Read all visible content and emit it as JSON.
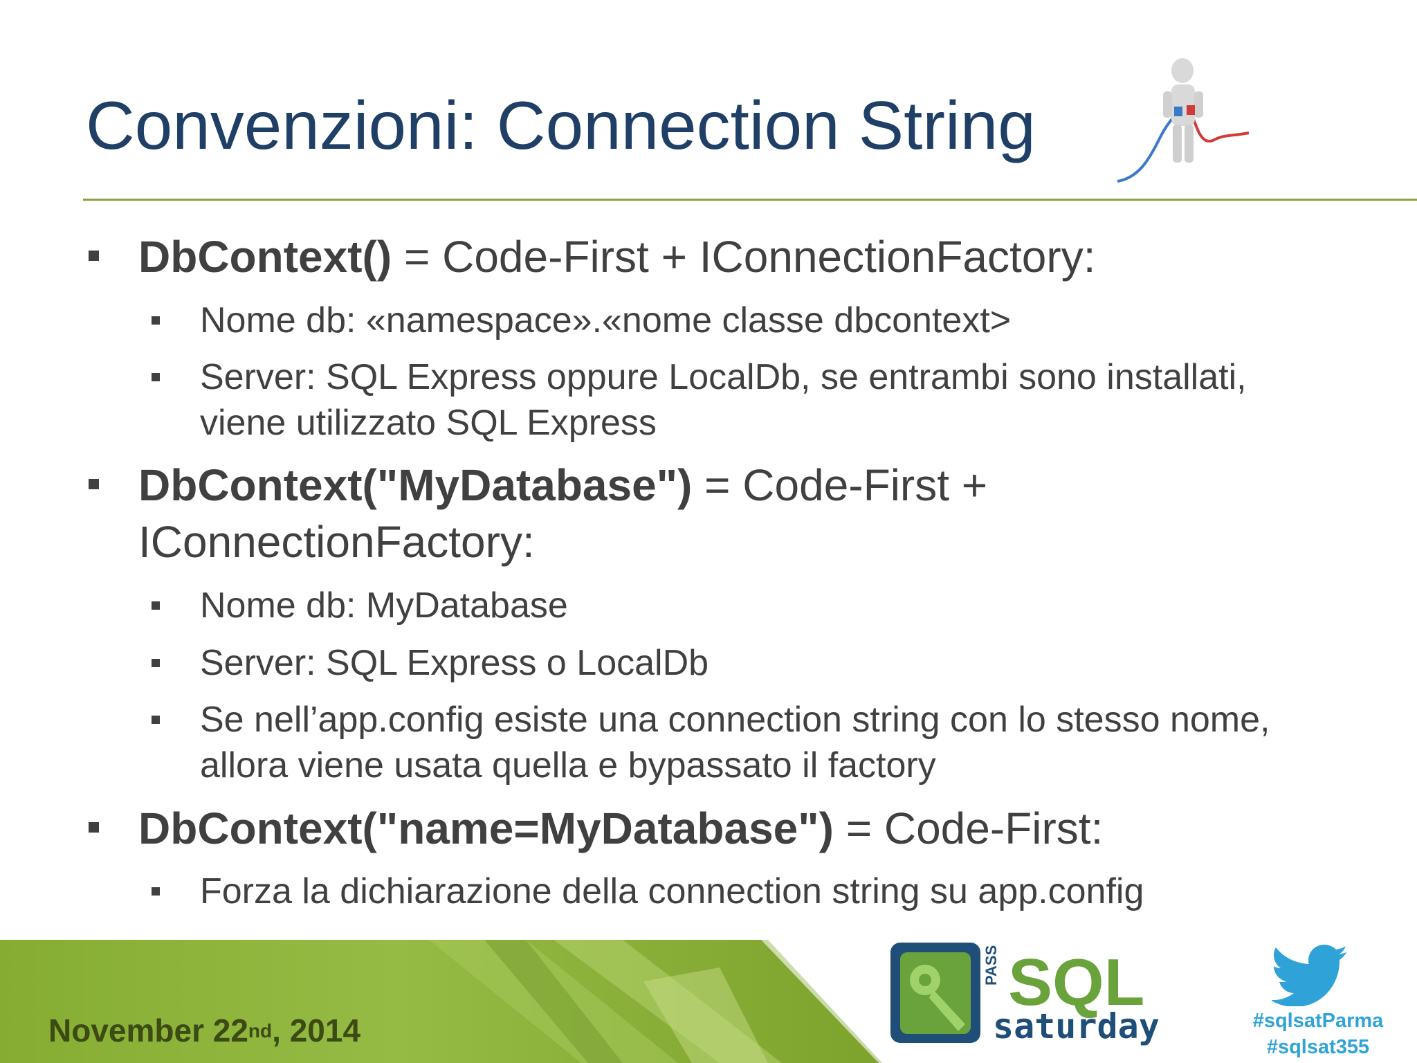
{
  "slide": {
    "title": "Convenzioni: Connection String",
    "bullets": [
      {
        "bold": "DbContext()",
        "text": " = Code-First + IConnectionFactory:",
        "subs": [
          "Nome db: «namespace».«nome classe dbcontext>",
          "Server: SQL Express oppure LocalDb, se entrambi sono installati, viene utilizzato SQL Express"
        ]
      },
      {
        "bold": "DbContext(\"MyDatabase\")",
        "text": " = Code-First + IConnectionFactory:",
        "subs": [
          "Nome db: MyDatabase",
          "Server: SQL Express o LocalDb",
          "Se nell’app.config esiste una connection string con lo stesso nome, allora viene usata quella e bypassato il factory"
        ]
      },
      {
        "bold": "DbContext(\"name=MyDatabase\")",
        "text": " = Code-First:",
        "subs": [
          "Forza la dichiarazione della connection string su app.config"
        ]
      }
    ]
  },
  "footer": {
    "date_prefix": "November 22",
    "date_sup": "nd",
    "date_suffix": ", 2014",
    "logo_pass": "PASS",
    "logo_sql": "SQL",
    "logo_saturday": "saturday",
    "hashtags": [
      "#sqlsatParma",
      "#sqlsat355"
    ]
  },
  "colors": {
    "title": "#1f3f66",
    "rule": "#8aa23c",
    "body_text": "#404040",
    "footer_green": "#8fb33a",
    "hashtag": "#2fa3d8",
    "logo_blue": "#1f4e79",
    "logo_green": "#6aa23b"
  },
  "icons": [
    "person-with-cables-icon",
    "sql-saturday-logo",
    "twitter-bird-icon",
    "bullet-square-icon"
  ]
}
